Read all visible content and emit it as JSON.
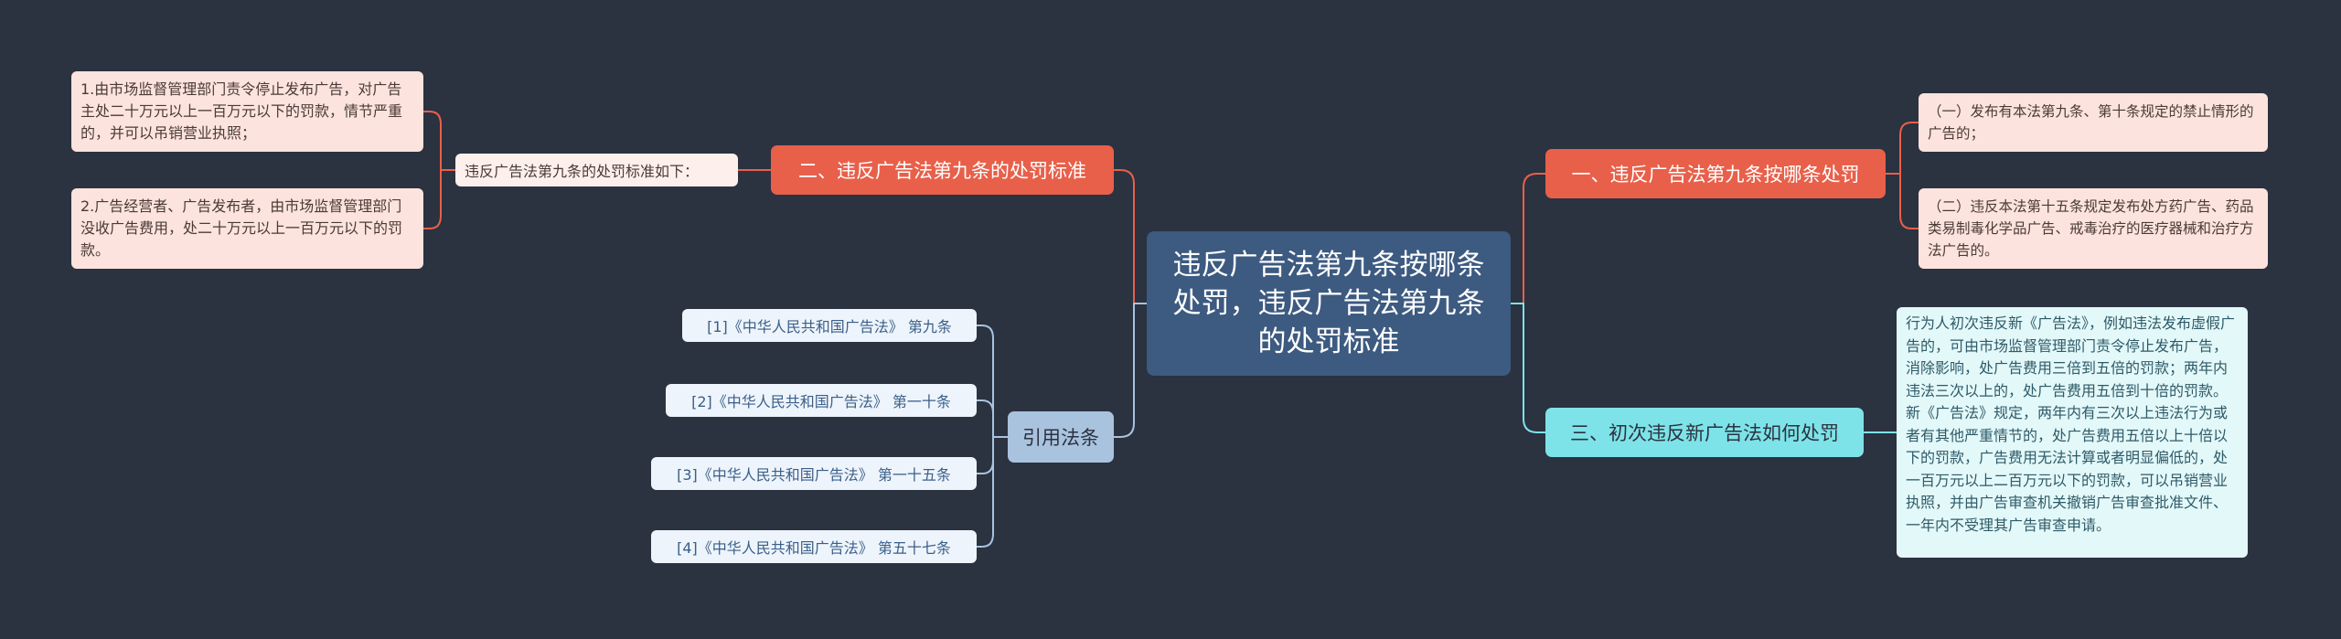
{
  "mindmap": {
    "root": "违反广告法第九条按哪条处罚，违反广告法第九条的处罚标准",
    "right": {
      "branch1": {
        "title": "一、违反广告法第九条按哪条处罚",
        "items": [
          "（一）发布有本法第九条、第十条规定的禁止情形的广告的；",
          "（二）违反本法第十五条规定发布处方药广告、药品类易制毒化学品广告、戒毒治疗的医疗器械和治疗方法广告的。"
        ]
      },
      "branch3": {
        "title": "三、初次违反新广告法如何处罚",
        "detail": "行为人初次违反新《广告法》，例如违法发布虚假广告的，可由市场监督管理部门责令停止发布广告，消除影响，处广告费用三倍到五倍的罚款；两年内违法三次以上的，处广告费用五倍到十倍的罚款。新《广告法》规定，两年内有三次以上违法行为或者有其他严重情节的，处广告费用五倍以上十倍以下的罚款，广告费用无法计算或者明显偏低的，处一百万元以上二百万元以下的罚款，可以吊销营业执照，并由广告审查机关撤销广告审查批准文件、一年内不受理其广告审查申请。"
      }
    },
    "left": {
      "branch2": {
        "title": "二、违反广告法第九条的处罚标准",
        "label": "违反广告法第九条的处罚标准如下：",
        "items": [
          "1.由市场监督管理部门责令停止发布广告，对广告主处二十万元以上一百万元以下的罚款，情节严重的，并可以吊销营业执照；",
          "2.广告经营者、广告发布者，由市场监督管理部门没收广告费用，处二十万元以上一百万元以下的罚款。"
        ]
      },
      "refs": {
        "title": "引用法条",
        "items": [
          "[1]《中华人民共和国广告法》 第九条",
          "[2]《中华人民共和国广告法》 第一十条",
          "[3]《中华人民共和国广告法》 第一十五条",
          "[4]《中华人民共和国广告法》 第五十七条"
        ]
      }
    }
  },
  "colors": {
    "background": "#2b3240",
    "root": "#3d5a80",
    "red_branch": "#e8604a",
    "cyan_branch": "#7ee3e8",
    "blue_branch": "#a9c3df",
    "red_leaf": "#fde3dd",
    "cyan_leaf": "#e3f8f9",
    "blue_leaf": "#eef4fb"
  }
}
